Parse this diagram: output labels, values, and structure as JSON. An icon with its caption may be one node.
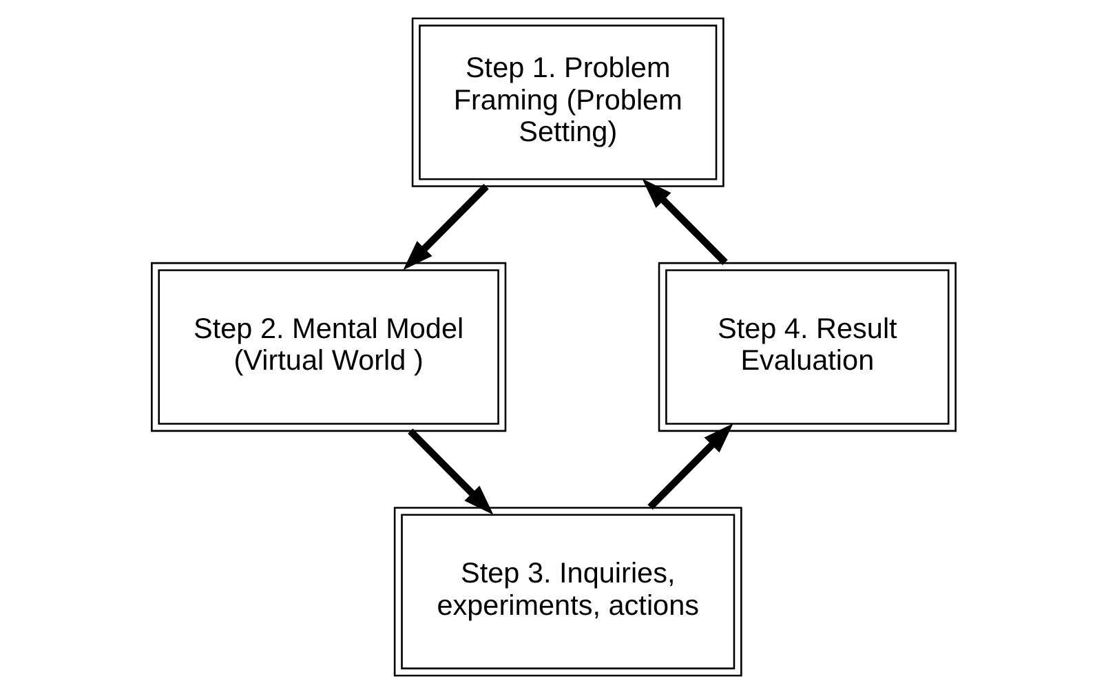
{
  "diagram": {
    "nodes": [
      {
        "text": [
          "Step 1. Problem Framing (Problem Setting)"
        ]
      },
      {
        "text": [
          "Step 2. Mental Model (Virtual World )"
        ]
      },
      {
        "text": [
          "Step 3. Inquiries, experiments, actions"
        ]
      },
      {
        "text": [
          "Step 4. Result Evaluation"
        ]
      }
    ],
    "edges": [
      {
        "from": 0,
        "to": 1,
        "arrow": "to"
      },
      {
        "from": 1,
        "to": 2,
        "arrow": "to"
      },
      {
        "from": 2,
        "to": 3,
        "arrow": "to"
      },
      {
        "from": 3,
        "to": 0,
        "arrow": "to"
      }
    ]
  }
}
